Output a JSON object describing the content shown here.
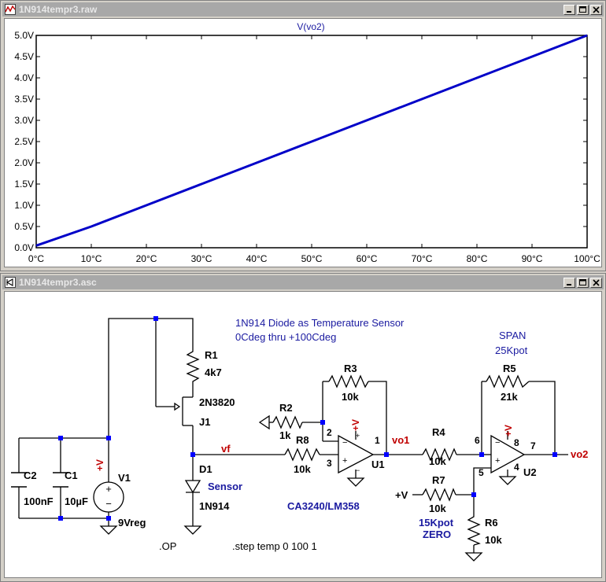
{
  "waveform_window": {
    "title": "1N914tempr3.raw",
    "icon": "waveform-icon",
    "buttons": [
      "minimize-icon",
      "restore-icon",
      "close-icon"
    ]
  },
  "schematic_window": {
    "title": "1N914tempr3.asc",
    "icon": "schematic-icon",
    "buttons": [
      "minimize-icon",
      "restore-icon",
      "close-icon"
    ]
  },
  "chart_data": {
    "type": "line",
    "title": "V(vo2)",
    "xlabel": "",
    "ylabel": "",
    "xlim": [
      0,
      100
    ],
    "ylim": [
      0,
      5.0
    ],
    "x_tick_labels": [
      "0°C",
      "10°C",
      "20°C",
      "30°C",
      "40°C",
      "50°C",
      "60°C",
      "70°C",
      "80°C",
      "90°C",
      "100°C"
    ],
    "y_tick_labels": [
      "0.0V",
      "0.5V",
      "1.0V",
      "1.5V",
      "2.0V",
      "2.5V",
      "3.0V",
      "3.5V",
      "4.0V",
      "4.5V",
      "5.0V"
    ],
    "series": [
      {
        "name": "V(vo2)",
        "color": "#0000c8",
        "x": [
          0,
          10,
          20,
          30,
          40,
          50,
          60,
          70,
          80,
          90,
          100
        ],
        "y": [
          0.05,
          0.5,
          1.0,
          1.5,
          2.0,
          2.5,
          3.0,
          3.5,
          4.0,
          4.5,
          5.0
        ]
      }
    ],
    "grid": false
  },
  "schematic": {
    "title_line1": "1N914 Diode as Temperature Sensor",
    "title_line2": "0Cdeg thru +100Cdeg",
    "span_label": "SPAN",
    "span_pot": "25Kpot",
    "opamp_note": "CA3240/LM358",
    "zero_pot": "15Kpot",
    "zero_label": "ZERO",
    "op_directive": ".OP",
    "step_directive": ".step temp 0 100 1",
    "components": {
      "R1": {
        "name": "R1",
        "value": "4k7"
      },
      "R2": {
        "name": "R2",
        "value": "1k"
      },
      "R3": {
        "name": "R3",
        "value": "10k"
      },
      "R4": {
        "name": "R4",
        "value": "10k"
      },
      "R5": {
        "name": "R5",
        "value": "21k"
      },
      "R6": {
        "name": "R6",
        "value": "10k"
      },
      "R7": {
        "name": "R7",
        "value": "10k"
      },
      "R8": {
        "name": "R8",
        "value": "10k"
      },
      "C1": {
        "name": "C1",
        "value": "10µF"
      },
      "C2": {
        "name": "C2",
        "value": "100nF"
      },
      "V1": {
        "name": "V1",
        "value": "9Vreg"
      },
      "J1": {
        "name": "J1",
        "value": "2N3820"
      },
      "D1": {
        "name": "D1",
        "value": "1N914",
        "extra": "Sensor"
      },
      "U1": {
        "name": "U1"
      },
      "U2": {
        "name": "U2"
      }
    },
    "nets": {
      "vf": "vf",
      "vo1": "vo1",
      "vo2": "vo2",
      "plus_v_1": "+V",
      "plus_v_2": "+V",
      "plus_v_3": "+V",
      "plus_v_in": "+V"
    },
    "pins": {
      "u1_p1": "1",
      "u1_p2": "2",
      "u1_p3": "3",
      "u2_p4": "4",
      "u2_p5": "5",
      "u2_p6": "6",
      "u2_p7": "7",
      "u2_p8": "8"
    }
  }
}
